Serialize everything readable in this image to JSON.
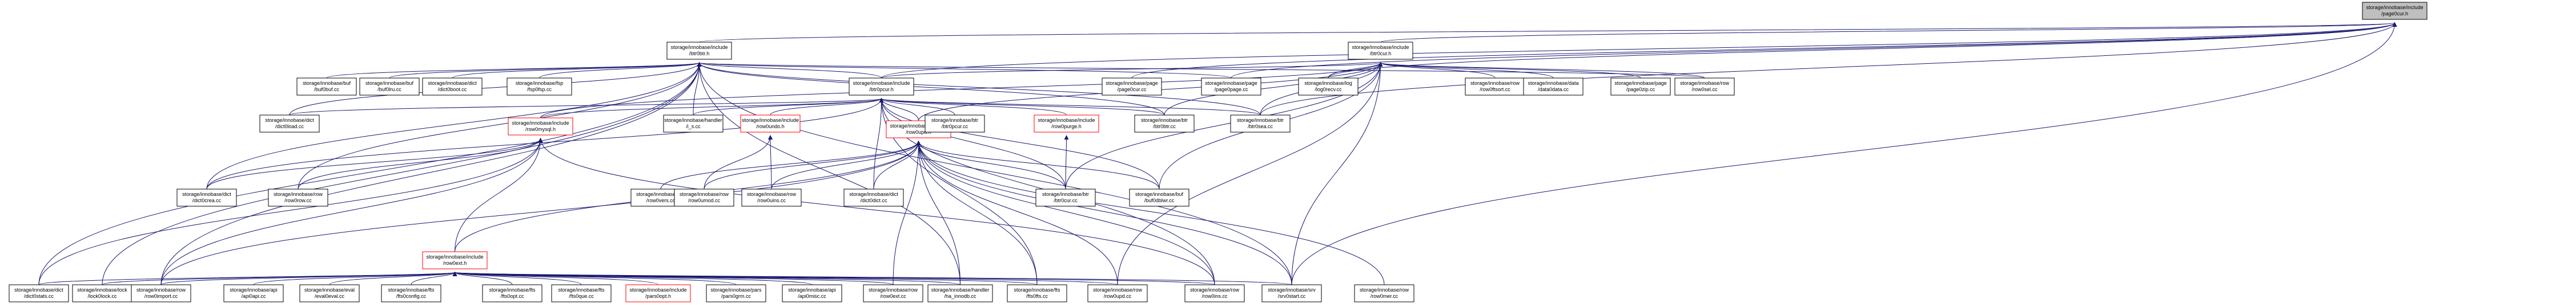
{
  "graph": {
    "edge_color": "#191970",
    "root_fill": "#bfbfbf",
    "missing_border_color": "#ff0000",
    "nodes": [
      {
        "id": "root",
        "lines": [
          "storage/innobase/include",
          "/page0cur.h"
        ],
        "root": true
      },
      {
        "id": "btr0btr_h",
        "lines": [
          "storage/innobase/include",
          "/btr0btr.h"
        ]
      },
      {
        "id": "btr0cur_h",
        "lines": [
          "storage/innobase/include",
          "/btr0cur.h"
        ]
      },
      {
        "id": "btr0pcur_h",
        "lines": [
          "storage/innobase/include",
          "/btr0pcur.h"
        ]
      },
      {
        "id": "buf0buf_cc",
        "lines": [
          "storage/innobase/buf",
          "/buf0buf.cc"
        ]
      },
      {
        "id": "buf0lru_cc",
        "lines": [
          "storage/innobase/buf",
          "/buf0lru.cc"
        ]
      },
      {
        "id": "dict0boot_cc",
        "lines": [
          "storage/innobase/dict",
          "/dict0boot.cc"
        ]
      },
      {
        "id": "fsp0fsp_cc",
        "lines": [
          "storage/innobase/fsp",
          "/fsp0fsp.cc"
        ]
      },
      {
        "id": "page0cur_cc",
        "lines": [
          "storage/innobase/page",
          "/page0cur.cc"
        ]
      },
      {
        "id": "page0page_cc",
        "lines": [
          "storage/innobase/page",
          "/page0page.cc"
        ]
      },
      {
        "id": "log0recv_cc",
        "lines": [
          "storage/innobase/log",
          "/log0recv.cc"
        ]
      },
      {
        "id": "row0ftsort_cc",
        "lines": [
          "storage/innobase/row",
          "/row0ftsort.cc"
        ]
      },
      {
        "id": "data0data_cc",
        "lines": [
          "storage/innobase/data",
          "/data0data.cc"
        ]
      },
      {
        "id": "page0zip_cc",
        "lines": [
          "storage/innobase/page",
          "/page0zip.cc"
        ]
      },
      {
        "id": "row0sel_cc",
        "lines": [
          "storage/innobase/row",
          "/row0sel.cc"
        ]
      },
      {
        "id": "dict0load_cc",
        "lines": [
          "storage/innobase/dict",
          "/dict0load.cc"
        ]
      },
      {
        "id": "row0mysql_h",
        "lines": [
          "storage/innobase/include",
          "/row0mysql.h"
        ],
        "red": true
      },
      {
        "id": "i_s_cc",
        "lines": [
          "storage/innobase/handler",
          "/i_s.cc"
        ]
      },
      {
        "id": "row0undo_h",
        "lines": [
          "storage/innobase/include",
          "/row0undo.h"
        ],
        "red": true
      },
      {
        "id": "row0upd_h",
        "lines": [
          "storage/innobase/include",
          "/row0upd.h"
        ],
        "red": true
      },
      {
        "id": "btr0pcur_cc",
        "lines": [
          "storage/innobase/btr",
          "/btr0pcur.cc"
        ]
      },
      {
        "id": "row0purge_h",
        "lines": [
          "storage/innobase/include",
          "/row0purge.h"
        ],
        "red": true
      },
      {
        "id": "btr0btr_cc",
        "lines": [
          "storage/innobase/btr",
          "/btr0btr.cc"
        ]
      },
      {
        "id": "btr0sea_cc",
        "lines": [
          "storage/innobase/btr",
          "/btr0sea.cc"
        ]
      },
      {
        "id": "dict0crea_cc",
        "lines": [
          "storage/innobase/dict",
          "/dict0crea.cc"
        ]
      },
      {
        "id": "row0row_cc",
        "lines": [
          "storage/innobase/row",
          "/row0row.cc"
        ]
      },
      {
        "id": "row0vers_cc",
        "lines": [
          "storage/innobase/row",
          "/row0vers.cc"
        ]
      },
      {
        "id": "row0umod_cc",
        "lines": [
          "storage/innobase/row",
          "/row0umod.cc"
        ]
      },
      {
        "id": "row0uins_cc",
        "lines": [
          "storage/innobase/row",
          "/row0uins.cc"
        ]
      },
      {
        "id": "dict0dict_cc",
        "lines": [
          "storage/innobase/dict",
          "/dict0dict.cc"
        ]
      },
      {
        "id": "btr0cur_cc",
        "lines": [
          "storage/innobase/btr",
          "/btr0cur.cc"
        ]
      },
      {
        "id": "buf0dblwr_cc",
        "lines": [
          "storage/innobase/buf",
          "/buf0dblwr.cc"
        ]
      },
      {
        "id": "row0ext_h",
        "lines": [
          "storage/innobase/include",
          "/row0ext.h"
        ],
        "red": true
      },
      {
        "id": "dict0stats_cc",
        "lines": [
          "storage/innobase/dict",
          "/dict0stats.cc"
        ]
      },
      {
        "id": "lock0lock_cc",
        "lines": [
          "storage/innobase/lock",
          "/lock0lock.cc"
        ]
      },
      {
        "id": "row0import_cc",
        "lines": [
          "storage/innobase/row",
          "/row0import.cc"
        ]
      },
      {
        "id": "api0api_cc",
        "lines": [
          "storage/innobase/api",
          "/api0api.cc"
        ]
      },
      {
        "id": "eval0eval_cc",
        "lines": [
          "storage/innobase/eval",
          "/eval0eval.cc"
        ]
      },
      {
        "id": "fts0config_cc",
        "lines": [
          "storage/innobase/fts",
          "/fts0config.cc"
        ]
      },
      {
        "id": "fts0opt_cc",
        "lines": [
          "storage/innobase/fts",
          "/fts0opt.cc"
        ]
      },
      {
        "id": "fts0que_cc",
        "lines": [
          "storage/innobase/fts",
          "/fts0que.cc"
        ]
      },
      {
        "id": "pars0opt_h",
        "lines": [
          "storage/innobase/include",
          "/pars0opt.h"
        ],
        "red": true
      },
      {
        "id": "pars0grm_cc",
        "lines": [
          "storage/innobase/pars",
          "/pars0grm.cc"
        ]
      },
      {
        "id": "api0misc_cc",
        "lines": [
          "storage/innobase/api",
          "/api0misc.cc"
        ]
      },
      {
        "id": "row0ext_cc",
        "lines": [
          "storage/innobase/row",
          "/row0ext.cc"
        ]
      },
      {
        "id": "ha_innodb_cc",
        "lines": [
          "storage/innobase/handler",
          "/ha_innodb.cc"
        ]
      },
      {
        "id": "fts0fts_cc",
        "lines": [
          "storage/innobase/fts",
          "/fts0fts.cc"
        ]
      },
      {
        "id": "row0upd_cc",
        "lines": [
          "storage/innobase/row",
          "/row0upd.cc"
        ]
      },
      {
        "id": "row0ins_cc",
        "lines": [
          "storage/innobase/row",
          "/row0ins.cc"
        ]
      },
      {
        "id": "srv0start_cc",
        "lines": [
          "storage/innobase/srv",
          "/srv0start.cc"
        ]
      },
      {
        "id": "row0mer_cc",
        "lines": [
          "storage/innobase/row",
          "/row0mer.cc"
        ]
      }
    ],
    "edges": [
      [
        "btr0btr_h",
        "root"
      ],
      [
        "btr0cur_h",
        "root"
      ],
      [
        "btr0pcur_h",
        "root"
      ],
      [
        "page0cur_cc",
        "root"
      ],
      [
        "page0page_cc",
        "root"
      ],
      [
        "log0recv_cc",
        "root"
      ],
      [
        "btr0sea_cc",
        "root"
      ],
      [
        "srv0start_cc",
        "root"
      ],
      [
        "btr0pcur_h",
        "btr0btr_h"
      ],
      [
        "buf0buf_cc",
        "btr0btr_h"
      ],
      [
        "buf0lru_cc",
        "btr0btr_h"
      ],
      [
        "dict0boot_cc",
        "btr0btr_h"
      ],
      [
        "fsp0fsp_cc",
        "btr0btr_h"
      ],
      [
        "dict0load_cc",
        "btr0btr_h"
      ],
      [
        "i_s_cc",
        "btr0btr_h"
      ],
      [
        "dict0stats_cc",
        "btr0btr_h"
      ],
      [
        "lock0lock_cc",
        "btr0btr_h"
      ],
      [
        "row0import_cc",
        "btr0btr_h"
      ],
      [
        "row0row_cc",
        "btr0btr_h"
      ],
      [
        "btr0btr_cc",
        "btr0btr_h"
      ],
      [
        "dict0crea_cc",
        "btr0btr_h"
      ],
      [
        "ha_innodb_cc",
        "btr0btr_h"
      ],
      [
        "page0page_cc",
        "btr0btr_h"
      ],
      [
        "btr0sea_cc",
        "btr0btr_h"
      ],
      [
        "row0sel_cc",
        "btr0btr_h"
      ],
      [
        "srv0start_cc",
        "btr0btr_h"
      ],
      [
        "btr0pcur_h",
        "btr0cur_h"
      ],
      [
        "row0ftsort_cc",
        "btr0cur_h"
      ],
      [
        "data0data_cc",
        "btr0cur_h"
      ],
      [
        "page0zip_cc",
        "btr0cur_h"
      ],
      [
        "row0sel_cc",
        "btr0cur_h"
      ],
      [
        "btr0sea_cc",
        "btr0cur_h"
      ],
      [
        "btr0cur_cc",
        "btr0cur_h"
      ],
      [
        "buf0dblwr_cc",
        "btr0cur_h"
      ],
      [
        "row0upd_h",
        "btr0cur_h"
      ],
      [
        "row0mysql_h",
        "btr0cur_h"
      ],
      [
        "log0recv_cc",
        "btr0cur_h"
      ],
      [
        "btr0btr_cc",
        "btr0cur_h"
      ],
      [
        "srv0start_cc",
        "btr0cur_h"
      ],
      [
        "row0upd_cc",
        "btr0cur_h"
      ],
      [
        "dict0load_cc",
        "btr0pcur_h"
      ],
      [
        "row0mysql_h",
        "btr0pcur_h"
      ],
      [
        "i_s_cc",
        "btr0pcur_h"
      ],
      [
        "row0undo_h",
        "btr0pcur_h"
      ],
      [
        "row0upd_h",
        "btr0pcur_h"
      ],
      [
        "btr0pcur_cc",
        "btr0pcur_h"
      ],
      [
        "row0purge_h",
        "btr0pcur_h"
      ],
      [
        "btr0btr_cc",
        "btr0pcur_h"
      ],
      [
        "btr0sea_cc",
        "btr0pcur_h"
      ],
      [
        "dict0crea_cc",
        "btr0pcur_h"
      ],
      [
        "dict0dict_cc",
        "btr0pcur_h"
      ],
      [
        "btr0cur_cc",
        "btr0pcur_h"
      ],
      [
        "buf0dblwr_cc",
        "btr0pcur_h"
      ],
      [
        "row0ins_cc",
        "btr0pcur_h"
      ],
      [
        "fts0fts_cc",
        "btr0pcur_h"
      ],
      [
        "dict0crea_cc",
        "row0mysql_h"
      ],
      [
        "row0row_cc",
        "row0mysql_h"
      ],
      [
        "row0ext_h",
        "row0mysql_h"
      ],
      [
        "dict0stats_cc",
        "row0mysql_h"
      ],
      [
        "row0import_cc",
        "row0mysql_h"
      ],
      [
        "row0ins_cc",
        "row0mysql_h"
      ],
      [
        "row0umod_cc",
        "row0undo_h"
      ],
      [
        "row0uins_cc",
        "row0undo_h"
      ],
      [
        "row0vers_cc",
        "row0upd_h"
      ],
      [
        "row0umod_cc",
        "row0upd_h"
      ],
      [
        "row0uins_cc",
        "row0upd_h"
      ],
      [
        "dict0dict_cc",
        "row0upd_h"
      ],
      [
        "btr0cur_cc",
        "row0upd_h"
      ],
      [
        "buf0dblwr_cc",
        "row0upd_h"
      ],
      [
        "row0ext_h",
        "row0upd_h"
      ],
      [
        "row0import_cc",
        "row0upd_h"
      ],
      [
        "ha_innodb_cc",
        "row0upd_h"
      ],
      [
        "fts0fts_cc",
        "row0upd_h"
      ],
      [
        "row0upd_cc",
        "row0upd_h"
      ],
      [
        "row0ins_cc",
        "row0upd_h"
      ],
      [
        "srv0start_cc",
        "row0upd_h"
      ],
      [
        "row0mer_cc",
        "row0upd_h"
      ],
      [
        "row0ext_cc",
        "row0upd_h"
      ],
      [
        "btr0cur_cc",
        "row0purge_h"
      ],
      [
        "dict0stats_cc",
        "row0ext_h"
      ],
      [
        "lock0lock_cc",
        "row0ext_h"
      ],
      [
        "row0import_cc",
        "row0ext_h"
      ],
      [
        "api0api_cc",
        "row0ext_h"
      ],
      [
        "eval0eval_cc",
        "row0ext_h"
      ],
      [
        "fts0config_cc",
        "row0ext_h"
      ],
      [
        "fts0opt_cc",
        "row0ext_h"
      ],
      [
        "fts0que_cc",
        "row0ext_h"
      ],
      [
        "pars0opt_h",
        "row0ext_h"
      ],
      [
        "pars0grm_cc",
        "row0ext_h"
      ],
      [
        "api0misc_cc",
        "row0ext_h"
      ],
      [
        "row0ext_cc",
        "row0ext_h"
      ],
      [
        "ha_innodb_cc",
        "row0ext_h"
      ],
      [
        "fts0fts_cc",
        "row0ext_h"
      ],
      [
        "row0upd_cc",
        "row0ext_h"
      ],
      [
        "row0ins_cc",
        "row0ext_h"
      ],
      [
        "srv0start_cc",
        "row0ext_h"
      ]
    ]
  }
}
